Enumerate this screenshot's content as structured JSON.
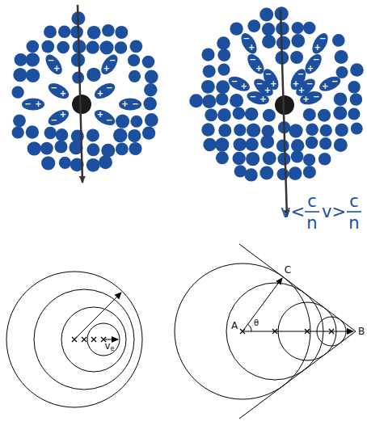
{
  "diagram": {
    "labels": [
      "v<",
      "c",
      "n",
      "v>",
      "c",
      "n",
      "v",
      "e",
      "A",
      "B",
      "C",
      "θ",
      "+",
      "−",
      "+",
      "−",
      "+",
      "−",
      "+",
      "−",
      "+",
      "−",
      "+",
      "−",
      "+",
      "−",
      "+",
      "−",
      "+",
      "−",
      "+",
      "−",
      "+",
      "−",
      "+",
      "−",
      "+",
      "−",
      "+",
      "−",
      "+",
      "−",
      "+",
      "−",
      "+",
      "−",
      "+",
      "−",
      "+",
      "−",
      "+",
      "−"
    ]
  }
}
